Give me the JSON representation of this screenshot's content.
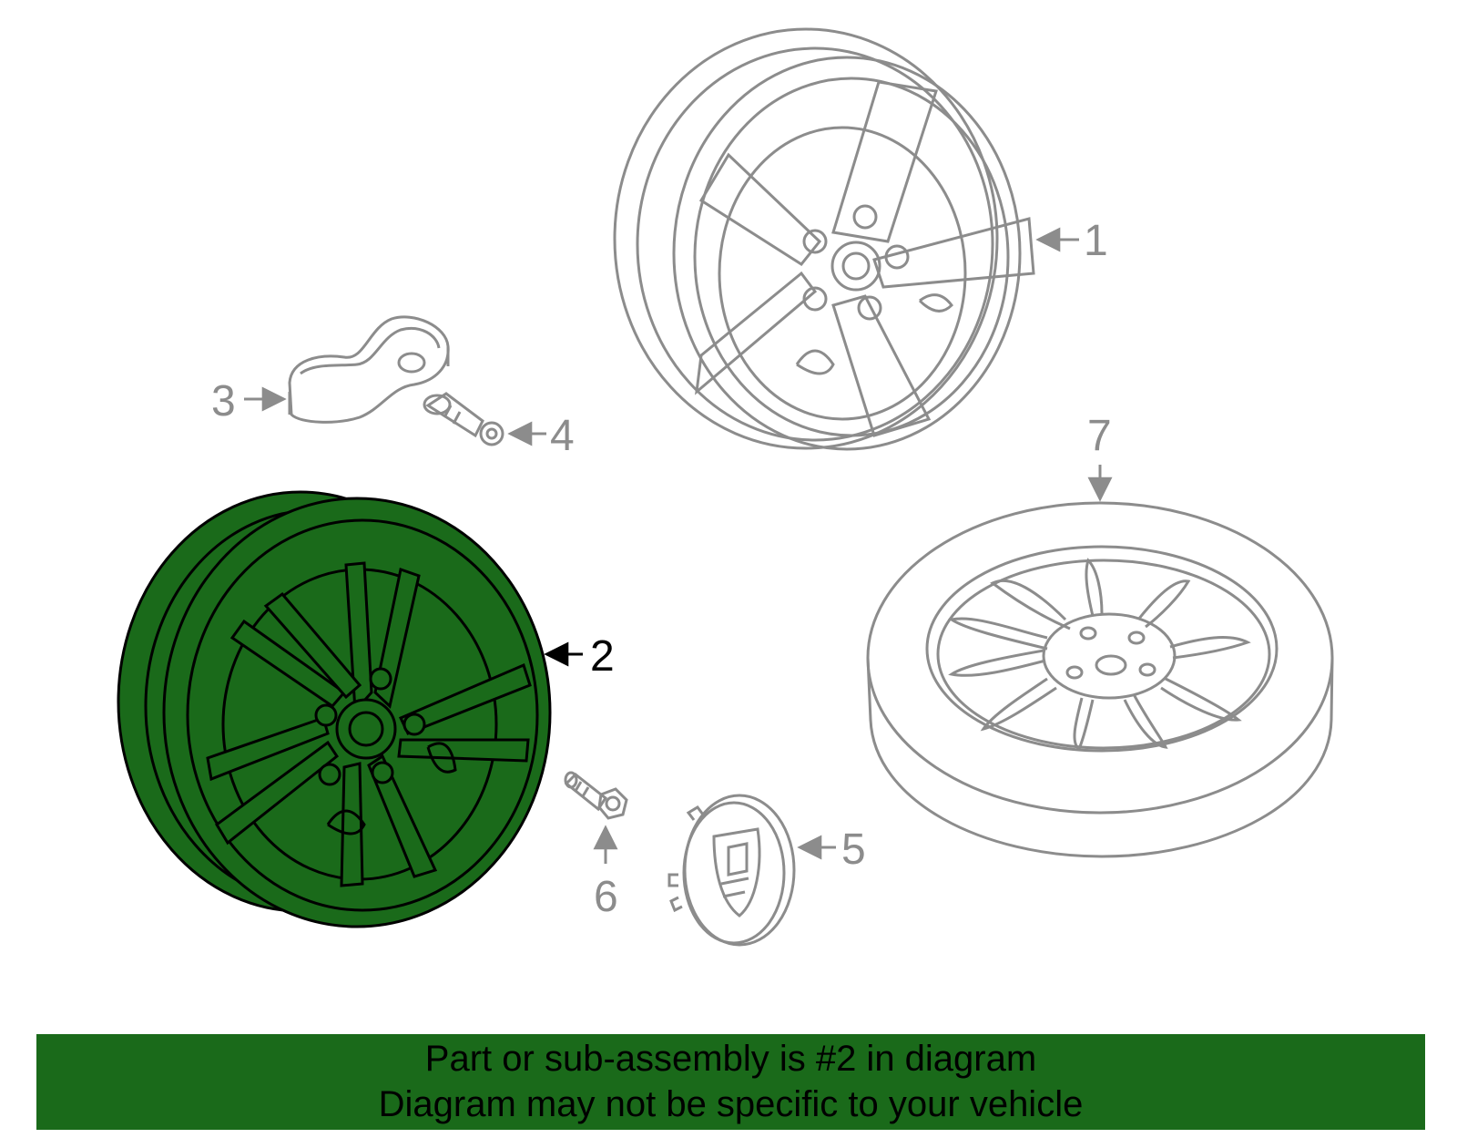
{
  "callouts": {
    "part_1": "1",
    "part_2": "2",
    "part_3": "3",
    "part_4": "4",
    "part_5": "5",
    "part_6": "6",
    "part_7": "7"
  },
  "highlighted_part": "2",
  "colors": {
    "highlight_fill": "#1a6a1a",
    "highlight_stroke": "#000000",
    "part_stroke": "#8c8c8c",
    "banner_background": "#1a6a1a",
    "banner_text": "#000000"
  },
  "banner": {
    "line1": "Part or sub-assembly is #2 in diagram",
    "line2": "Diagram may not be specific to your vehicle"
  }
}
